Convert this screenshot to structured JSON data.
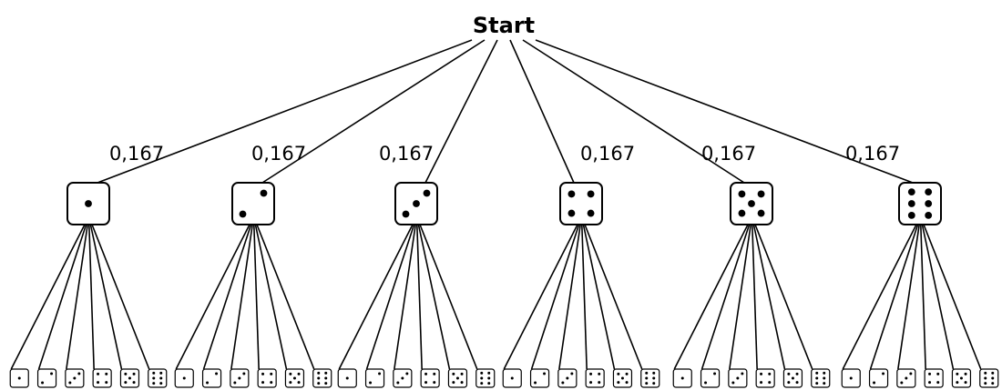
{
  "root": {
    "label": "Start"
  },
  "branches": [
    {
      "value": 1,
      "probability": "0,167",
      "icon": "die-face-1-icon"
    },
    {
      "value": 2,
      "probability": "0,167",
      "icon": "die-face-2-icon"
    },
    {
      "value": 3,
      "probability": "0,167",
      "icon": "die-face-3-icon"
    },
    {
      "value": 4,
      "probability": "0,167",
      "icon": "die-face-4-icon"
    },
    {
      "value": 5,
      "probability": "0,167",
      "icon": "die-face-5-icon"
    },
    {
      "value": 6,
      "probability": "0,167",
      "icon": "die-face-6-icon"
    }
  ],
  "second_roll": [
    1,
    2,
    3,
    4,
    5,
    6
  ],
  "colors": {
    "stroke": "#000000",
    "background": "#ffffff"
  }
}
